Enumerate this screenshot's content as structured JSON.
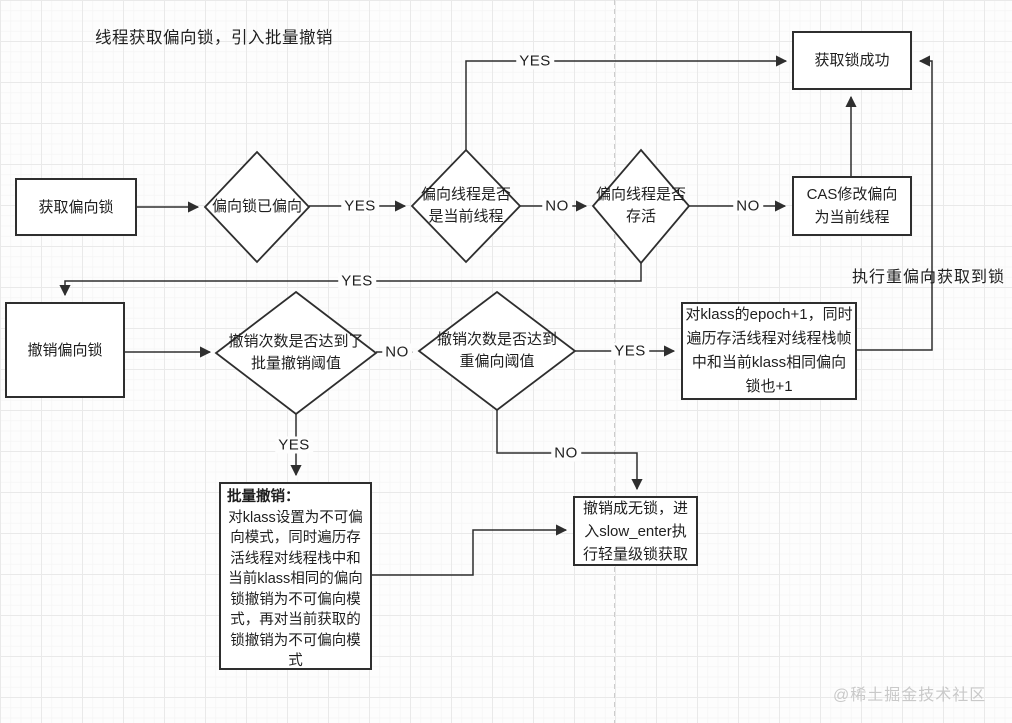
{
  "title": "线程获取偏向锁，引入批量撤销",
  "watermark": "@稀土掘金技术社区",
  "annotation": {
    "rebias_note": "执行重偏向获取到锁"
  },
  "edge_labels": {
    "yes": "YES",
    "no": "NO"
  },
  "nodes": {
    "acquire_biased_lock": "获取偏向锁",
    "lock_already_biased": "偏向锁已偏向",
    "biased_thread_is_current": "偏向线程是否是当前线程",
    "biased_thread_alive": "偏向线程是否存活",
    "acquire_lock_success": "获取锁成功",
    "cas_modify_bias": "CAS修改偏向为当前线程",
    "revoke_biased_lock": "撤销偏向锁",
    "reach_bulk_revoke_threshold": "撤销次数是否达到了批量撤销阈值",
    "reach_rebias_threshold": "撤销次数是否达到重偏向阈值",
    "epoch_increment": "对klass的epoch+1，同时遍历存活线程对线程栈帧中和当前klass相同偏向锁也+1",
    "bulk_revoke_title": "批量撤销：",
    "bulk_revoke_body": "对klass设置为不可偏向模式，同时遍历存活线程对线程栈中和当前klass相同的偏向锁撤销为不可偏向模式，再对当前获取的锁撤销为不可偏向模式",
    "revoke_to_lock_free": "撤销成无锁，进入slow_enter执行轻量级锁获取"
  }
}
